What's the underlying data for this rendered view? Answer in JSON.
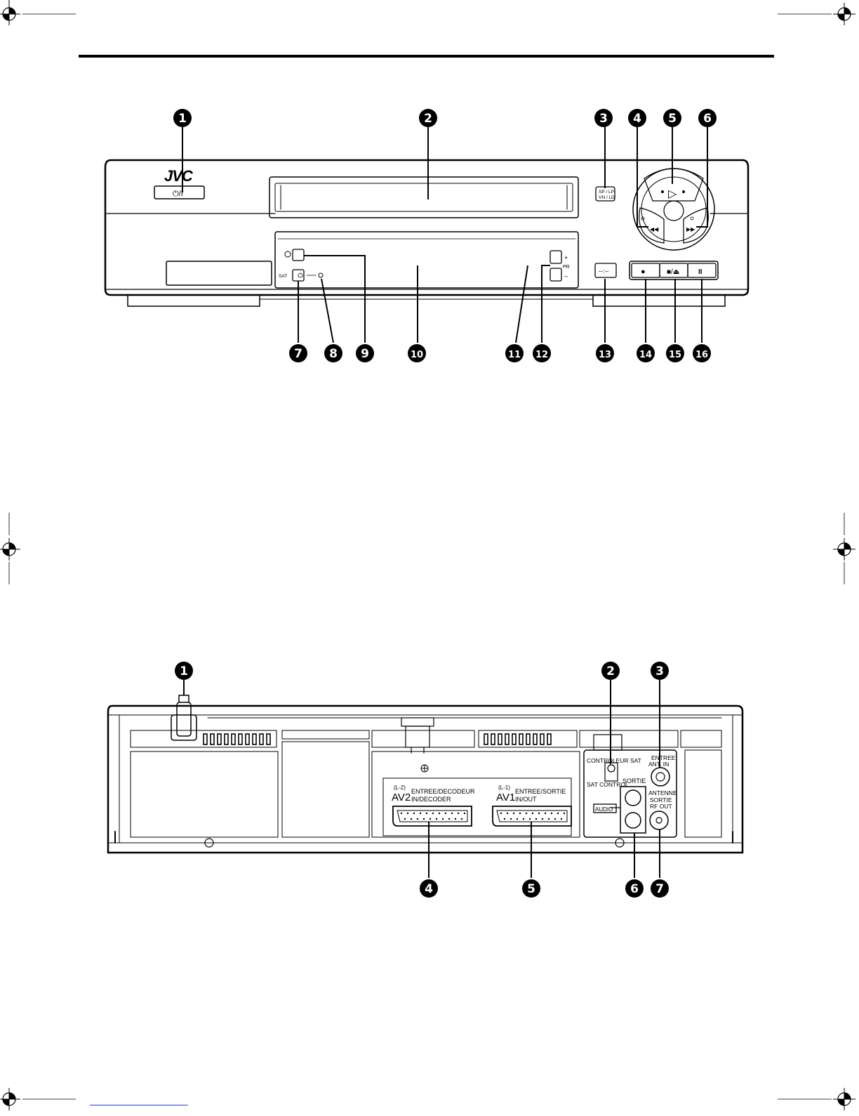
{
  "brand": "JVC",
  "front_panel": {
    "callouts": [
      "1",
      "2",
      "3",
      "4",
      "5",
      "6",
      "7",
      "8",
      "9",
      "10",
      "11",
      "12",
      "13",
      "14",
      "15",
      "16"
    ],
    "labels": {
      "power": "⏻/I",
      "speed_top": "SP / LP",
      "speed_bottom": "VN / LD",
      "pr": "PR",
      "pr_plus": "+",
      "pr_minus": "–",
      "sat": "SAT",
      "time_button": "--:--",
      "stop_eject": "■/⏏",
      "pause": "II",
      "record": "●",
      "rewind": "◀◀",
      "ffwd": "▶▶",
      "play": "▷"
    }
  },
  "rear_panel": {
    "callouts": [
      "1",
      "2",
      "3",
      "4",
      "5",
      "6",
      "7"
    ],
    "labels": {
      "sat_control_fr": "CONTROLEUR SAT",
      "sat_control_en": "SAT CONTROL",
      "antenna_in_fr": "ENTREE",
      "antenna_in_en": "ANT. IN",
      "audio_out_fr": "SORTIE",
      "audio": "AUDIO",
      "antenna_out_1": "ANTENNE",
      "antenna_out_2": "SORTIE",
      "antenna_out_3": "RF OUT",
      "av2_sub": "(L-2)",
      "av2": "AV2",
      "av2_fr": "ENTREE/DECODEUR",
      "av2_en": "IN/DECODER",
      "av1_sub": "(L-1)",
      "av1": "AV1",
      "av1_fr": "ENTREE/SORTIE",
      "av1_en": "IN/OUT"
    }
  }
}
